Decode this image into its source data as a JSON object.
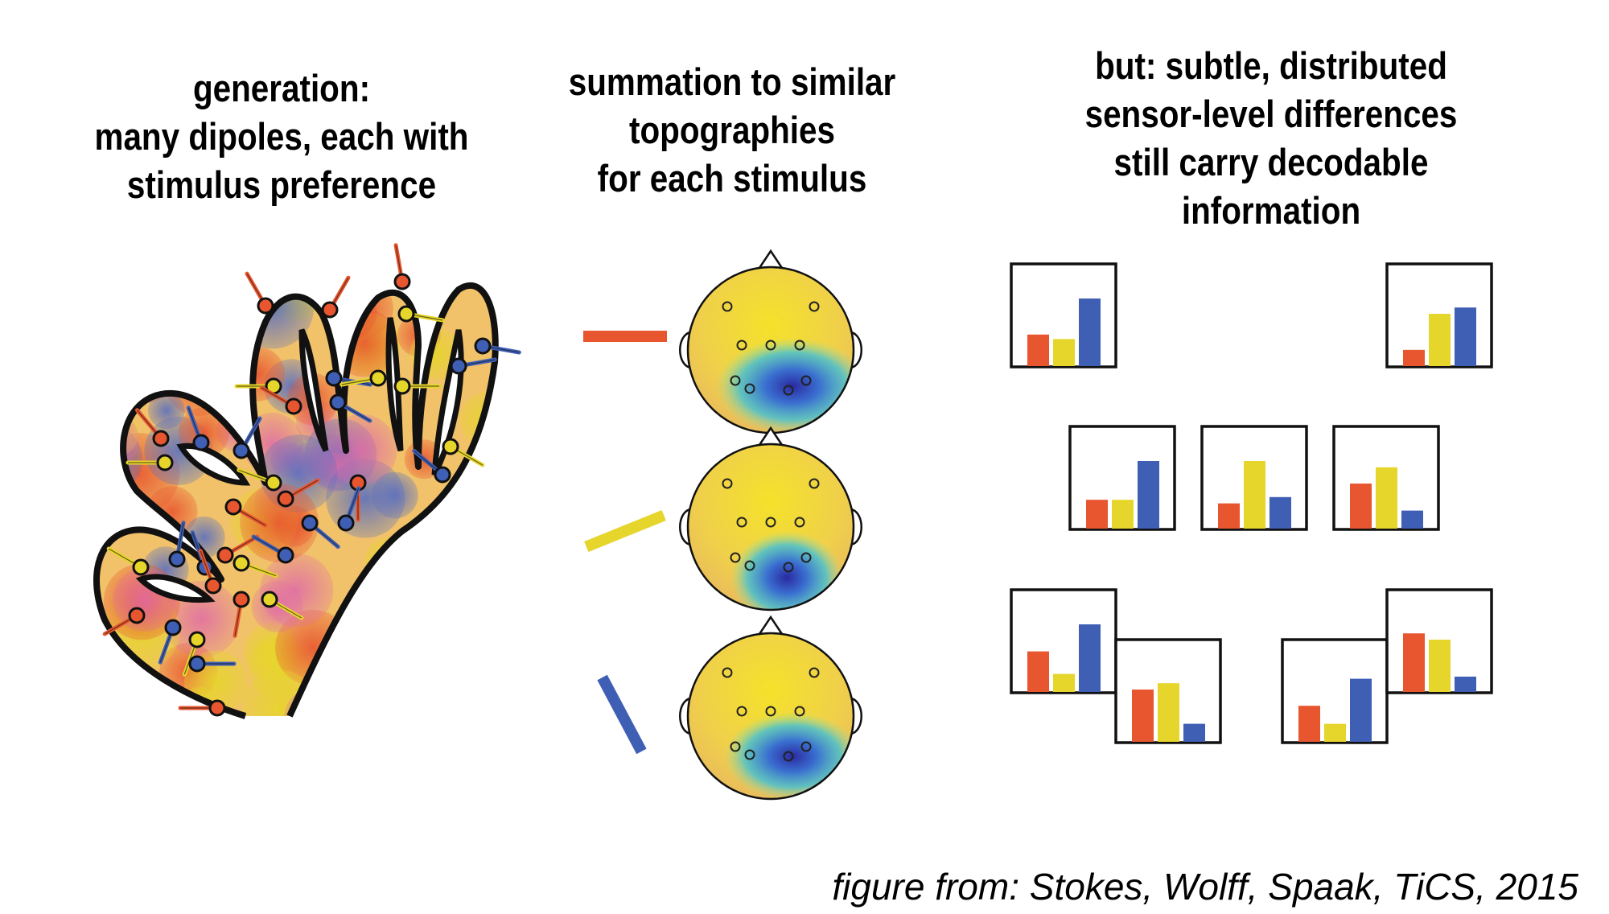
{
  "headings": {
    "left": [
      "generation:",
      "many dipoles, each with",
      "stimulus preference"
    ],
    "middle": [
      "summation to similar",
      "topographies",
      "for each stimulus"
    ],
    "right": [
      "but: subtle, distributed",
      "sensor-level differences",
      "still carry decodable",
      "information"
    ]
  },
  "citation": "figure from: Stokes, Wolff, Spaak, TiCS, 2015",
  "colors": {
    "red": "#e8562f",
    "yellow": "#e6d52a",
    "blue": "#3f5fb5",
    "outline": "#111111"
  },
  "stimuli": [
    {
      "name": "red",
      "orientation_deg": 0
    },
    {
      "name": "yellow",
      "orientation_deg": -22
    },
    {
      "name": "blue",
      "orientation_deg": 62
    }
  ],
  "sensor_bar_charts": [
    {
      "values": [
        0.35,
        0.3,
        0.75
      ]
    },
    {
      "values": [
        0.18,
        0.58,
        0.65
      ]
    },
    {
      "values": [
        0.32,
        0.32,
        0.75
      ]
    },
    {
      "values": [
        0.28,
        0.75,
        0.35
      ]
    },
    {
      "values": [
        0.5,
        0.68,
        0.2
      ]
    },
    {
      "values": [
        0.45,
        0.2,
        0.75
      ]
    },
    {
      "values": [
        0.58,
        0.65,
        0.2
      ]
    },
    {
      "values": [
        0.4,
        0.2,
        0.7
      ]
    },
    {
      "values": [
        0.65,
        0.58,
        0.17
      ]
    }
  ]
}
